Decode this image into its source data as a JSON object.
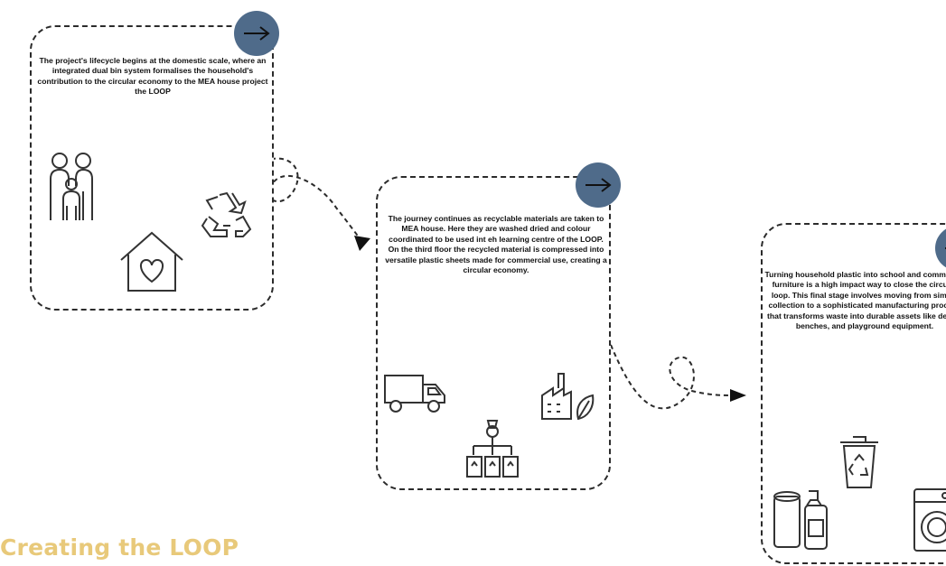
{
  "steps": [
    {
      "text": "The project's lifecycle begins at the domestic scale, where an integrated dual bin system formalises the household's contribution to the circular economy to the MEA house project the LOOP"
    },
    {
      "text": "The journey continues as recyclable materials are taken to MEA house. Here they are washed dried and colour coordinated to be used int eh learning centre of the LOOP. On the third floor the recycled material is compressed into versatile plastic sheets made for commercial use, creating a circular economy."
    },
    {
      "text": "Turning household plastic into school and community furniture is a high impact way to close the circular loop. This final stage involves moving from simple collection to a sophisticated manufacturing process that transforms waste into durable assets like desks, benches, and playground equipment."
    }
  ],
  "section_title": "Creating the LOOP",
  "colors": {
    "badge": "#4f6b8a",
    "title": "#e8c97a",
    "stroke": "#2b2b2b"
  },
  "icons": {
    "step1": [
      "family-icon",
      "recycle-icon",
      "house-heart-icon"
    ],
    "step2": [
      "delivery-truck-icon",
      "eco-factory-icon",
      "sorting-bins-icon"
    ],
    "step3": [
      "recycle-bin-icon",
      "cleaning-bottles-icon",
      "washing-machine-icon"
    ]
  }
}
